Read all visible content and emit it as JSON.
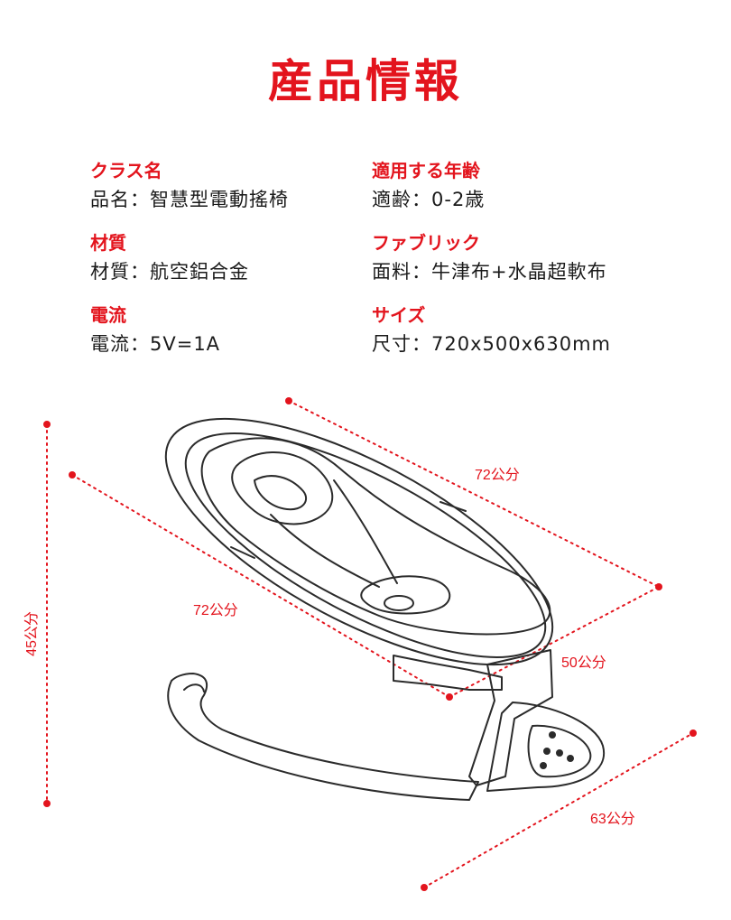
{
  "title": "産品情報",
  "colors": {
    "accent": "#e3141d",
    "text": "#1a1a1a",
    "line": "#2b2b2b"
  },
  "specs": [
    {
      "label": "クラス名",
      "value": "品名：智慧型電動搖椅"
    },
    {
      "label": "適用する年齢",
      "value": "適齢：0-2歳"
    },
    {
      "label": "材質",
      "value": "材質：航空鋁合金"
    },
    {
      "label": "ファブリック",
      "value": "面料：牛津布+水晶超軟布"
    },
    {
      "label": "電流",
      "value": "電流：5V=1A"
    },
    {
      "label": "サイズ",
      "value": "尺寸：720x500x630mm"
    }
  ],
  "dimensions": {
    "top_length": "72公分",
    "side_length": "72公分",
    "height": "45公分",
    "depth": "50公分",
    "base": "63公分"
  },
  "illustration": {
    "subject": "electric-baby-rocker-icon"
  }
}
